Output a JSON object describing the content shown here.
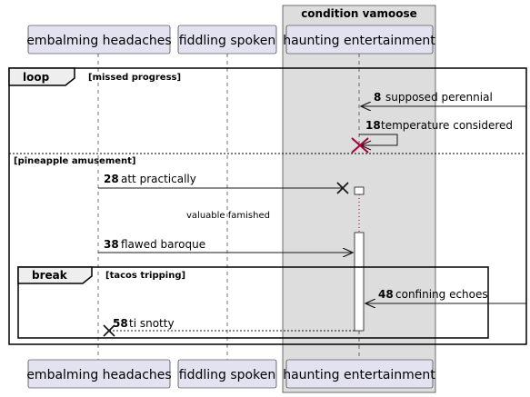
{
  "box": {
    "title": "condition vamoose",
    "color": "#DDDDDD"
  },
  "participants": [
    {
      "key": "p1",
      "name": "embalming headaches"
    },
    {
      "key": "p2",
      "name": "fiddling spoken"
    },
    {
      "key": "p3",
      "name": "haunting entertainment"
    }
  ],
  "frames": {
    "loop": {
      "keyword": "loop",
      "guard": "[missed progress]",
      "else_guard": "[pineapple amusement]"
    },
    "break": {
      "keyword": "break",
      "guard": "[tacos tripping]"
    }
  },
  "messages": [
    {
      "num": "8",
      "text": "supposed perennial"
    },
    {
      "num": "18",
      "text": "temperature considered"
    },
    {
      "num": "28",
      "text": "att practically"
    },
    {
      "num": "38",
      "text": "flawed baroque"
    },
    {
      "num": "48",
      "text": "confining echoes"
    },
    {
      "num": "58",
      "text": "ti snotty"
    }
  ],
  "divider": {
    "text": "valuable famished"
  },
  "colors": {
    "participant_fill": "#E2E2F0",
    "participant_stroke": "#181818",
    "destroy": "#A80036",
    "line": "#181818"
  }
}
